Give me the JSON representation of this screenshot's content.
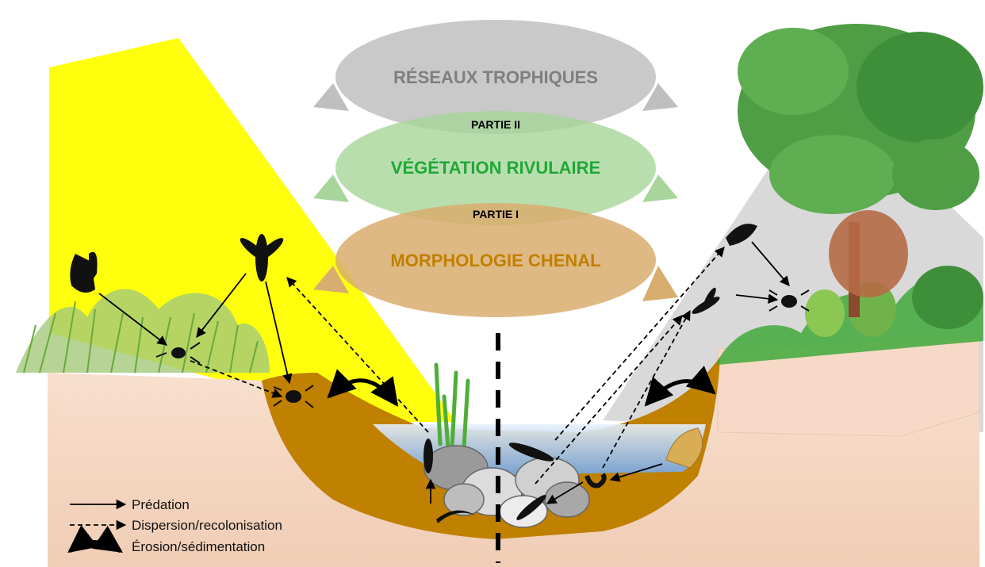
{
  "diagram": {
    "levels": [
      {
        "id": "reseaux",
        "label": "RÉSEAUX TROPHIQUES",
        "color": "#7f7f7f",
        "fill": "#bfbfbf"
      },
      {
        "id": "vegetation",
        "label": "VÉGÉTATION RIVULAIRE",
        "color": "#1fa838",
        "fill": "#a8d69a"
      },
      {
        "id": "morphologie",
        "label": "MORPHOLOGIE CHENAL",
        "color": "#c08000",
        "fill": "#d9ad6e"
      }
    ],
    "parts": [
      {
        "id": "partie2",
        "label": "PARTIE II"
      },
      {
        "id": "partie1",
        "label": "PARTIE I"
      }
    ],
    "legend": [
      {
        "id": "predation",
        "label": "Prédation",
        "line": "solid"
      },
      {
        "id": "dispersion",
        "label": "Dispersion/recolonisation",
        "line": "dashed"
      },
      {
        "id": "erosion",
        "label": "Érosion/sédimentation",
        "line": "curved"
      }
    ],
    "colors": {
      "sun_beam": "#ffff00",
      "shade": "#d9d9d9",
      "soil": "#f6d9c6",
      "channel_bank": "#c08000",
      "water": "#9ec3ee",
      "grass": "#7cc04a",
      "tree": "#4f9e45"
    }
  }
}
